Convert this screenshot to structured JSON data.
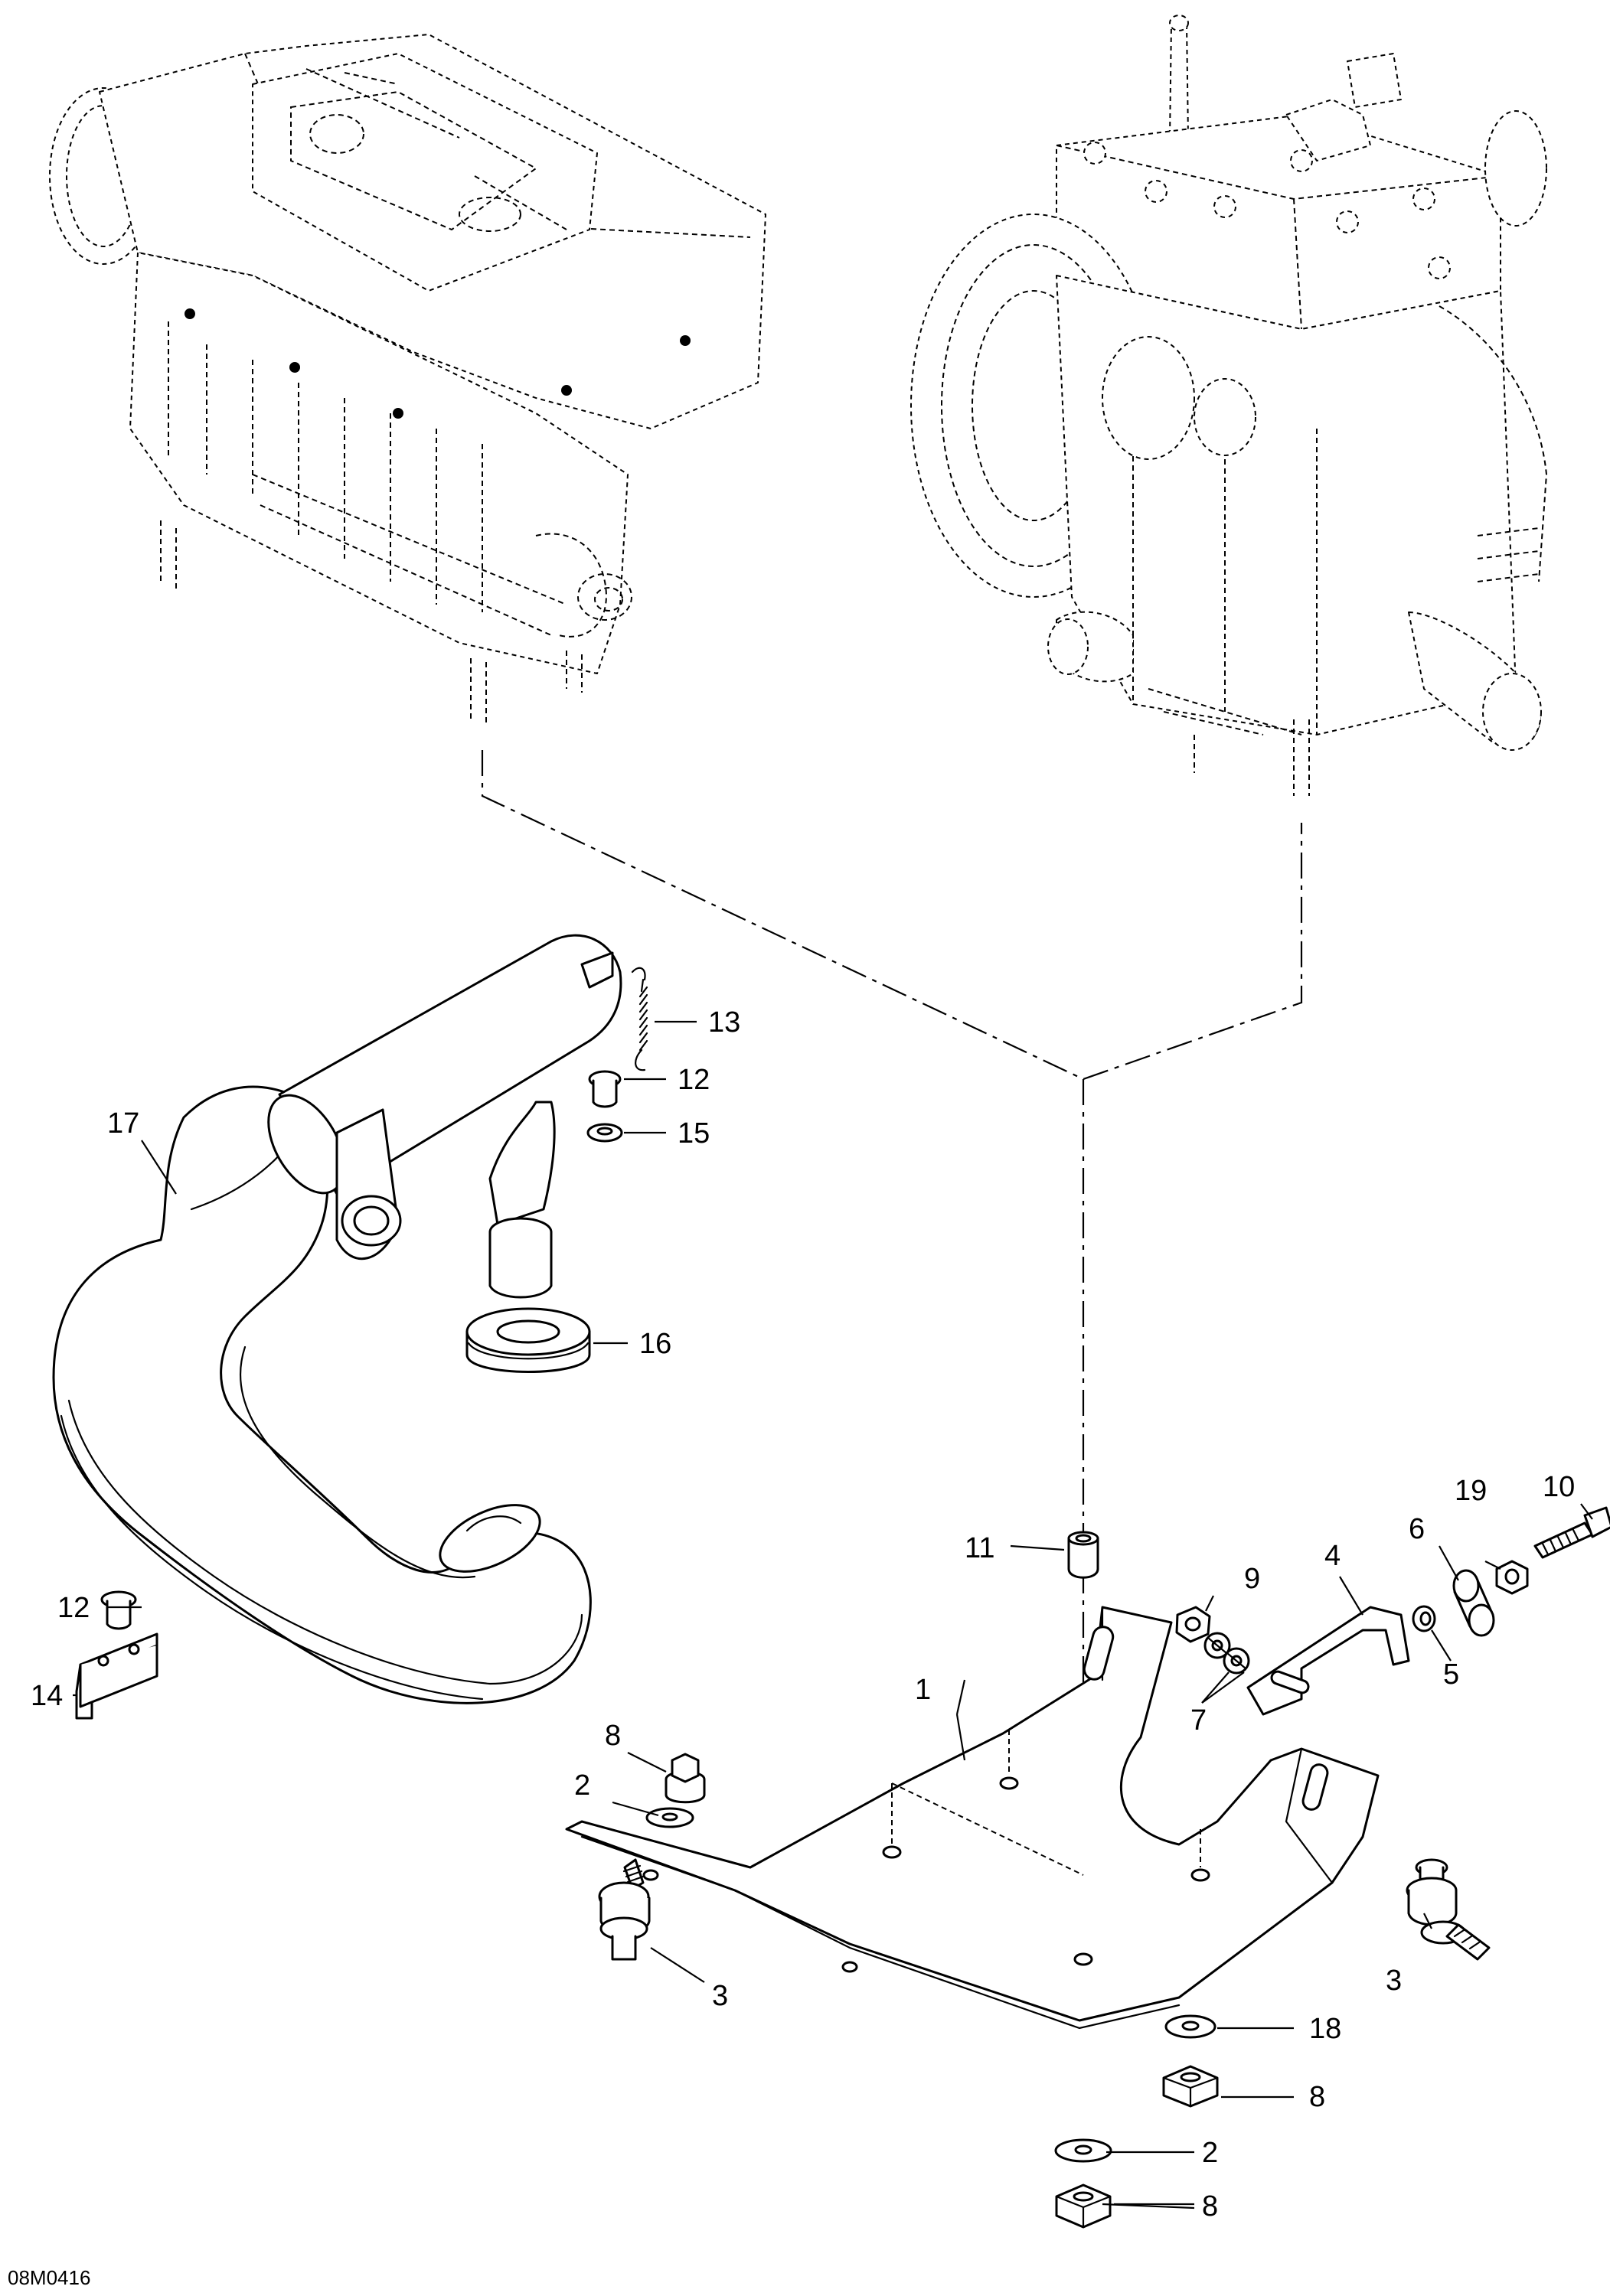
{
  "diagram": {
    "drawing_code": "08M0416",
    "callouts": [
      {
        "id": "c1",
        "label": "1"
      },
      {
        "id": "c2a",
        "label": "2"
      },
      {
        "id": "c2b",
        "label": "2"
      },
      {
        "id": "c3a",
        "label": "3"
      },
      {
        "id": "c3b",
        "label": "3"
      },
      {
        "id": "c4",
        "label": "4"
      },
      {
        "id": "c5",
        "label": "5"
      },
      {
        "id": "c6",
        "label": "6"
      },
      {
        "id": "c7",
        "label": "7"
      },
      {
        "id": "c8a",
        "label": "8"
      },
      {
        "id": "c8b",
        "label": "8"
      },
      {
        "id": "c8c",
        "label": "8"
      },
      {
        "id": "c9",
        "label": "9"
      },
      {
        "id": "c10",
        "label": "10"
      },
      {
        "id": "c11",
        "label": "11"
      },
      {
        "id": "c12a",
        "label": "12"
      },
      {
        "id": "c12b",
        "label": "12"
      },
      {
        "id": "c13",
        "label": "13"
      },
      {
        "id": "c14",
        "label": "14"
      },
      {
        "id": "c15",
        "label": "15"
      },
      {
        "id": "c16",
        "label": "16"
      },
      {
        "id": "c17",
        "label": "17"
      },
      {
        "id": "c18",
        "label": "18"
      },
      {
        "id": "c19",
        "label": "19"
      }
    ]
  }
}
